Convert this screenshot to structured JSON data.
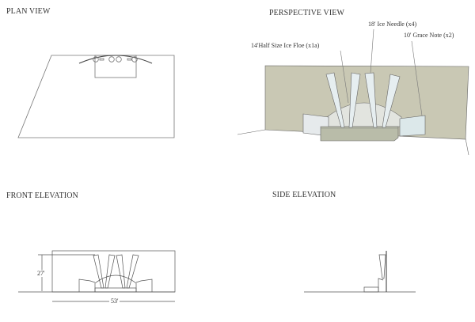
{
  "views": {
    "plan": {
      "title": "PLAN VIEW"
    },
    "perspective": {
      "title": "PERSPECTIVE VIEW",
      "callouts": [
        "18' Ice Needle (x4)",
        "10' Grace Note (x2)",
        "14'Half Size Ice Floe (x1a)"
      ]
    },
    "front": {
      "title": "FRONT ELEVATION",
      "height_dim": "27'",
      "width_dim": "53'"
    },
    "side": {
      "title": "SIDE ELEVATION"
    }
  },
  "colors": {
    "wall": "#c9c8b4",
    "platform": "#b9bca9",
    "ice": "#e6eef0",
    "line": "#555555"
  }
}
